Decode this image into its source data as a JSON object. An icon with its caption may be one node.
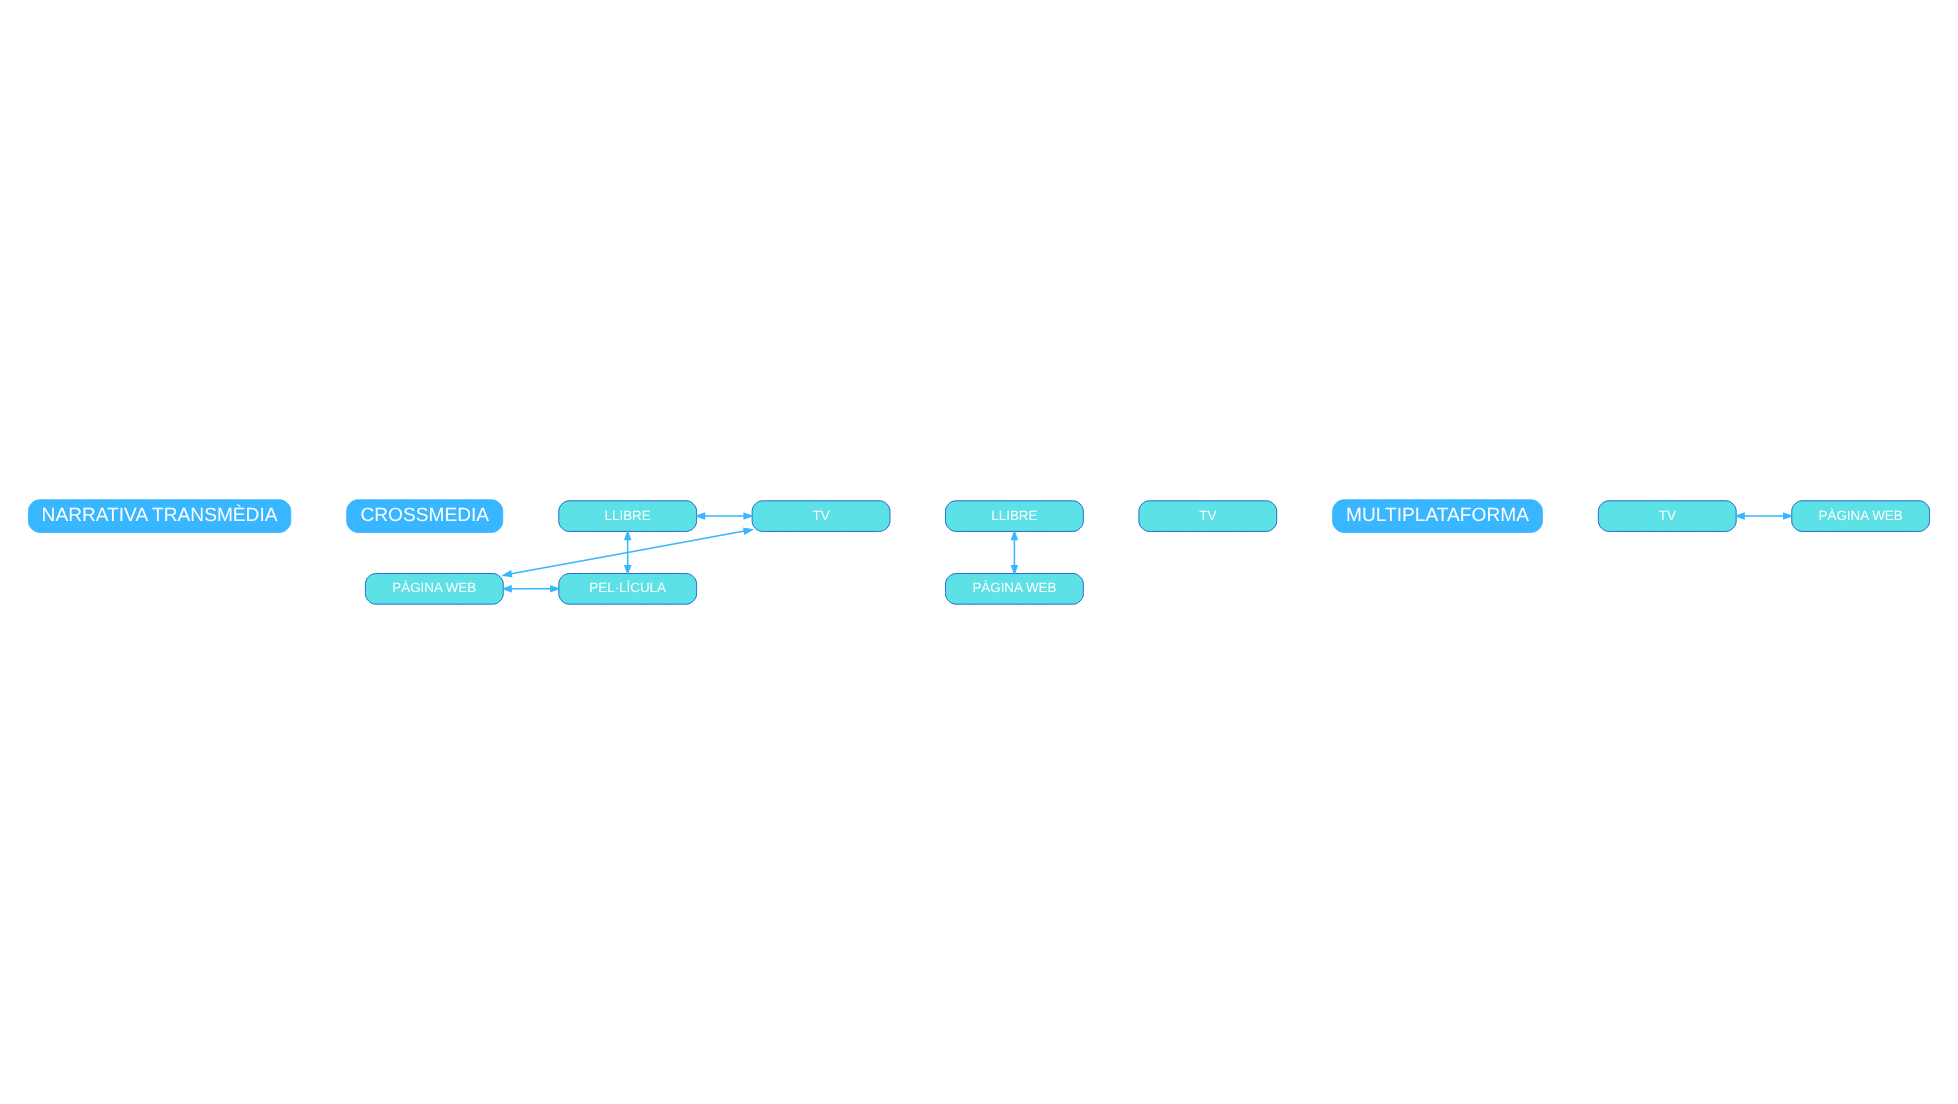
{
  "diagram": {
    "nodes": [
      {
        "text": [
          "NARRATIVA TRANSMÈDIA"
        ]
      },
      {
        "text": [
          "CROSSMEDIA"
        ]
      },
      {
        "text": [
          "LLIBRE"
        ]
      },
      {
        "text": [
          "TV"
        ]
      },
      {
        "text": [
          "PÀGINA WEB"
        ]
      },
      {
        "text": [
          "PEL·LÍCULA"
        ]
      },
      {
        "text": [
          "LLIBRE"
        ]
      },
      {
        "text": [
          "TV"
        ]
      },
      {
        "text": [
          "PÀGINA WEB"
        ]
      },
      {
        "text": [
          "MULTIPLATAFORMA"
        ]
      },
      {
        "text": [
          "TV"
        ]
      },
      {
        "text": [
          "PÀGINA WEB"
        ]
      }
    ],
    "edges": [
      {
        "from": 2,
        "to": 3,
        "arrow": "both"
      },
      {
        "from": 2,
        "to": 5,
        "arrow": "both"
      },
      {
        "from": 4,
        "to": 3,
        "arrow": "both"
      },
      {
        "from": 4,
        "to": 5,
        "arrow": "both"
      },
      {
        "from": 6,
        "to": 8,
        "arrow": "both"
      },
      {
        "from": 10,
        "to": 11,
        "arrow": "both"
      }
    ]
  }
}
